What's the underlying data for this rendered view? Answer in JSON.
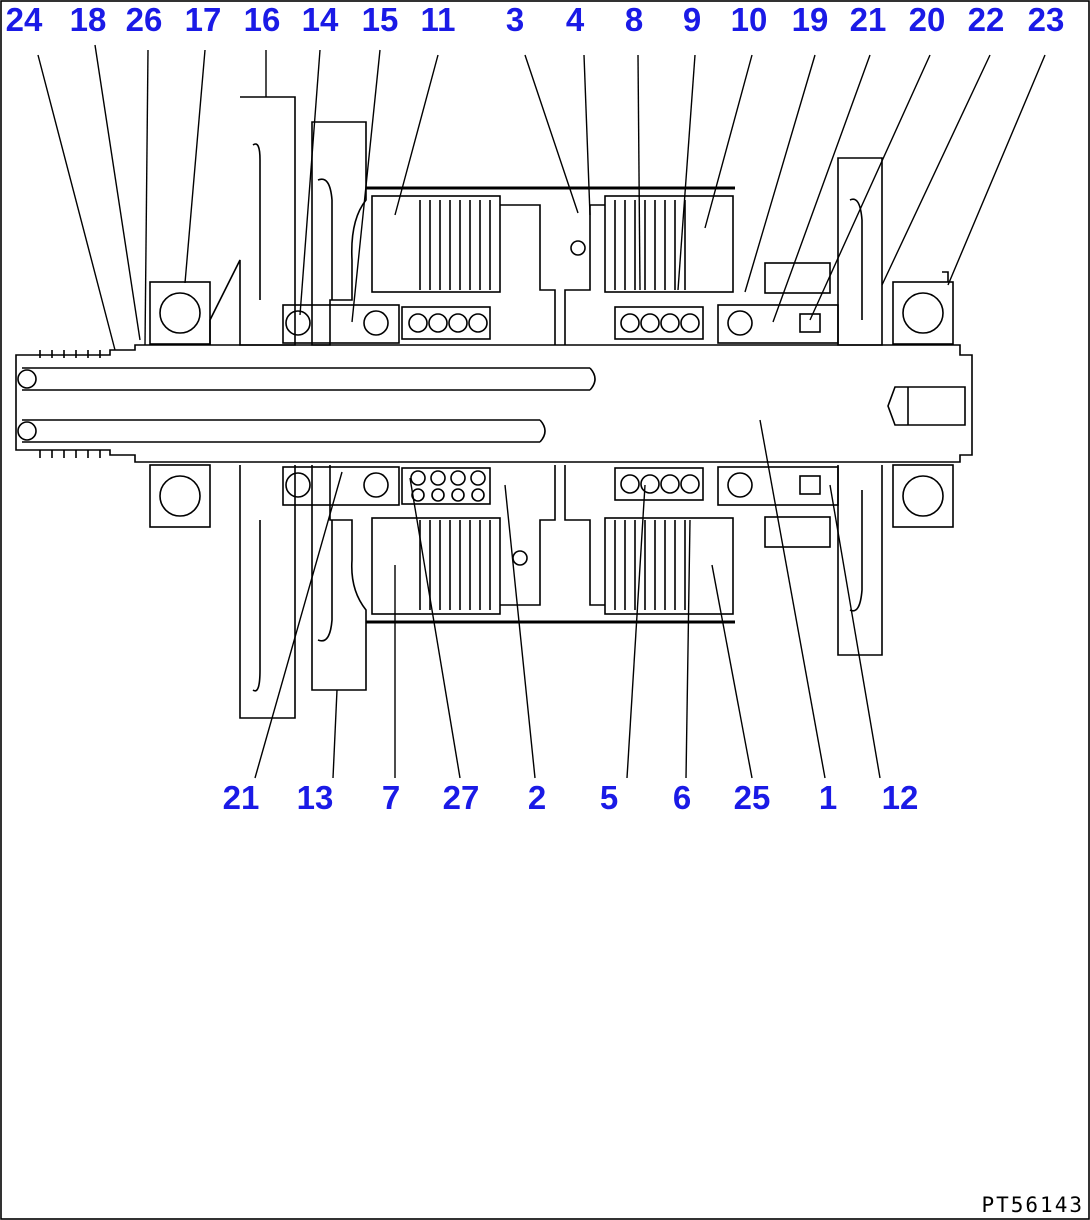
{
  "top_callouts": [
    "24",
    "18",
    "26",
    "17",
    "16",
    "14",
    "15",
    "11",
    "3",
    "4",
    "8",
    "9",
    "10",
    "19",
    "21",
    "20",
    "22",
    "23"
  ],
  "bottom_callouts": [
    "21",
    "13",
    "7",
    "27",
    "2",
    "5",
    "6",
    "25",
    "1",
    "12"
  ],
  "drawing_code": "PT56143"
}
